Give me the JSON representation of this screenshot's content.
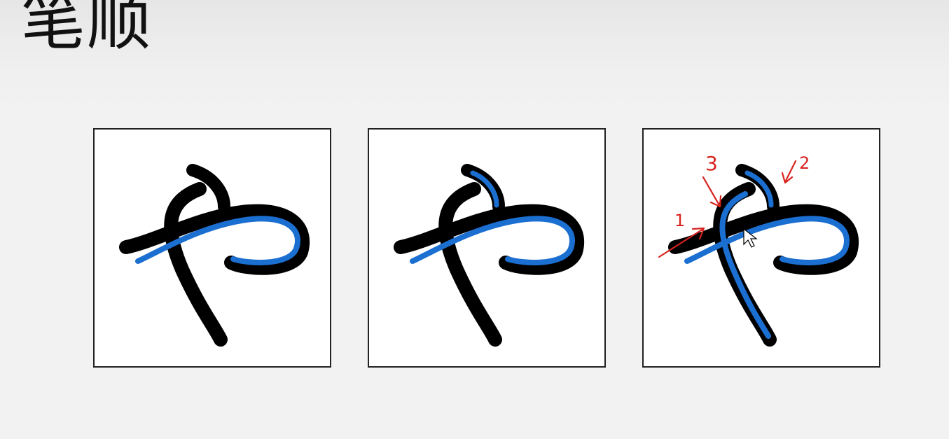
{
  "slide": {
    "title": "笔顺"
  },
  "panels": [
    {
      "name": "stroke-order-panel-1",
      "character": "や",
      "highlighted_strokes": 1
    },
    {
      "name": "stroke-order-panel-2",
      "character": "や",
      "highlighted_strokes": 2
    },
    {
      "name": "stroke-order-panel-3",
      "character": "や",
      "highlighted_strokes": 3,
      "annotations": [
        "1",
        "2",
        "3"
      ]
    }
  ],
  "colors": {
    "stroke_black": "#000000",
    "stroke_blue": "#1b6fd1",
    "annotation_red": "#d8231f"
  }
}
